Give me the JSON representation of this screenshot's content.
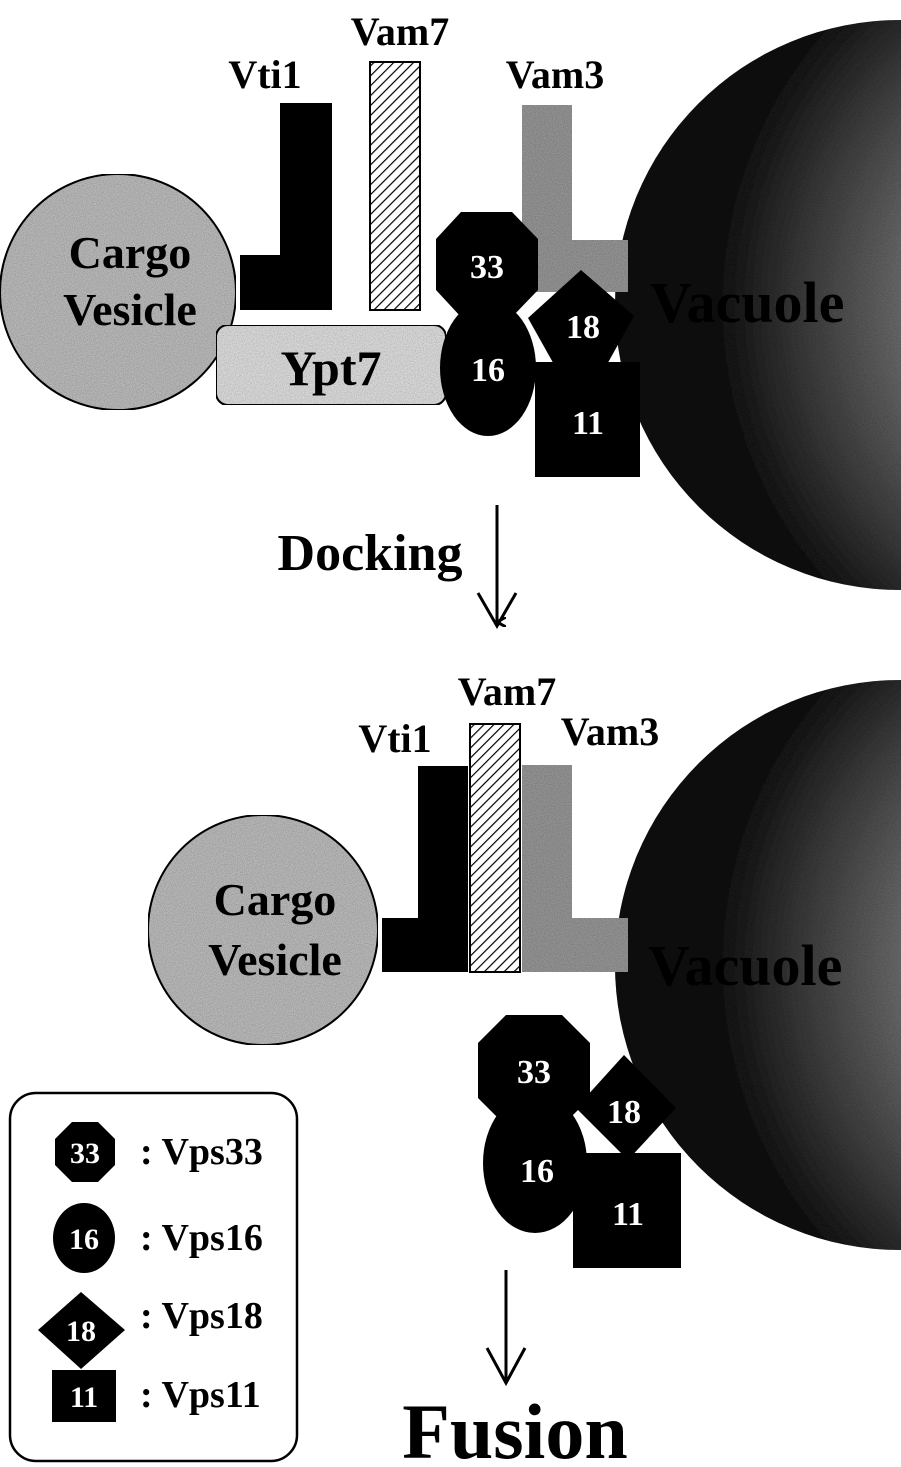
{
  "top_state": {
    "cargo_vesicle": {
      "line1": "Cargo",
      "line2": "Vesicle"
    },
    "vacuole": "Vacuole",
    "labels": {
      "vti1": "Vti1",
      "vam7": "Vam7",
      "vam3": "Vam3",
      "ypt7": "Ypt7"
    },
    "subunits": {
      "vps33": "33",
      "vps16": "16",
      "vps18": "18",
      "vps11": "11"
    }
  },
  "step1": {
    "label": "Docking"
  },
  "bottom_state": {
    "cargo_vesicle": {
      "line1": "Cargo",
      "line2": "Vesicle"
    },
    "vacuole": "Vacuole",
    "labels": {
      "vti1": "Vti1",
      "vam7": "Vam7",
      "vam3": "Vam3"
    },
    "subunits": {
      "vps33": "33",
      "vps16": "16",
      "vps18": "18",
      "vps11": "11"
    }
  },
  "step2": {
    "label": "Fusion"
  },
  "legend": {
    "items": [
      {
        "symbol": "33",
        "name": ": Vps33",
        "shape": "octagon"
      },
      {
        "symbol": "16",
        "name": ": Vps16",
        "shape": "ellipse"
      },
      {
        "symbol": "18",
        "name": ": Vps18",
        "shape": "diamond"
      },
      {
        "symbol": "11",
        "name": ": Vps11",
        "shape": "square"
      }
    ]
  },
  "colors": {
    "vesicle_fill": "#c8c8c8",
    "vacuole_dark": "#1a1a1a",
    "vacuole_light": "#d9d9d9",
    "vam3_fill": "#a0a0a0",
    "ypt7_fill": "#ececec",
    "black": "#000000"
  }
}
